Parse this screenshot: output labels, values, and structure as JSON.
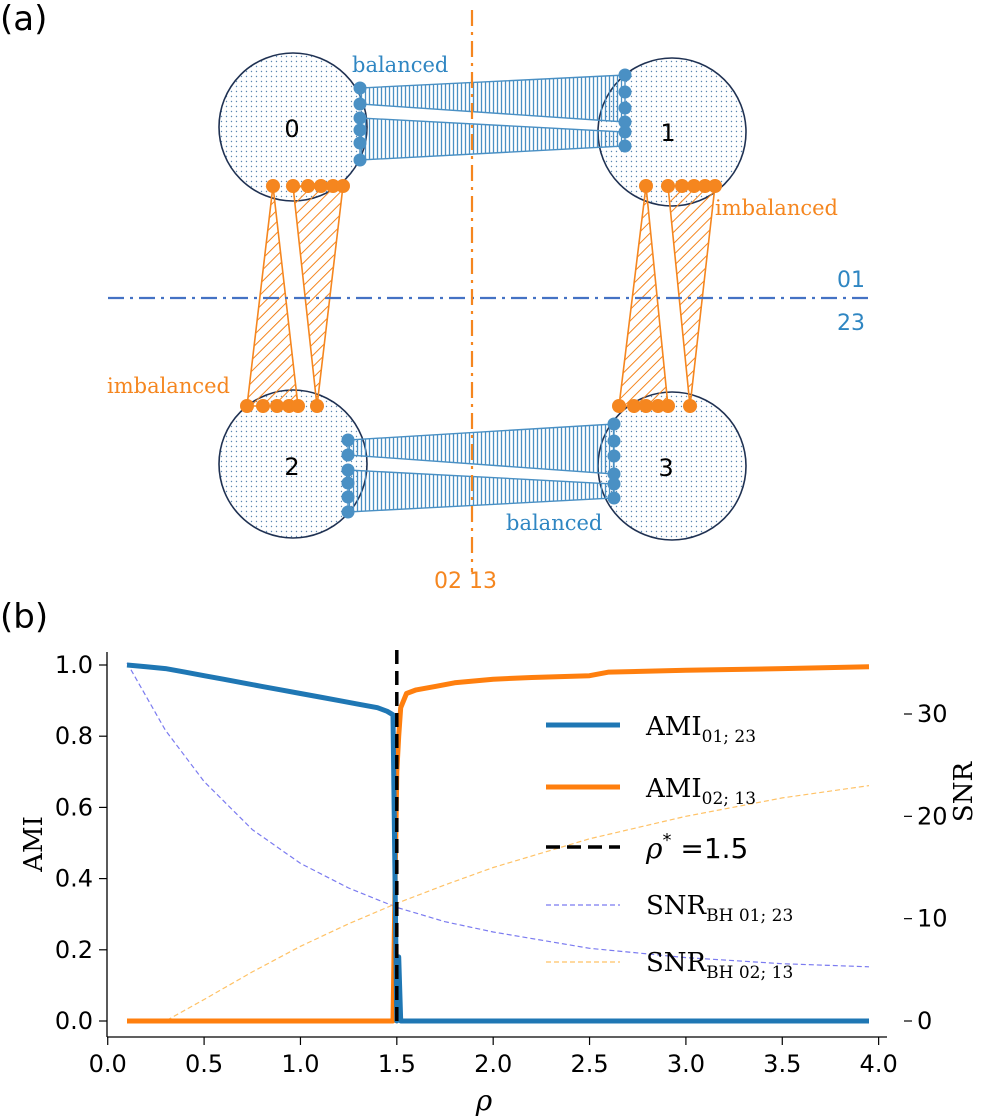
{
  "panel_a": {
    "label": "(a)",
    "nodes": [
      "0",
      "1",
      "2",
      "3"
    ],
    "edge_labels": {
      "balanced_top": "balanced",
      "balanced_bottom": "balanced",
      "imbalanced_right": "imbalanced",
      "imbalanced_left": "imbalanced"
    },
    "cut_labels": {
      "horizontal_top": "01",
      "horizontal_bottom": "23",
      "vertical": "02 13"
    },
    "colors": {
      "blue_edges": "#4a90c4",
      "orange_edges": "#f5861f",
      "horizontal_cut": "#4472c4",
      "vertical_cut": "#f5861f",
      "node_fill": "#dde6ee",
      "node_stroke": "#1f3152"
    }
  },
  "panel_b": {
    "label": "(b)",
    "ylabel_left": "AMI",
    "ylabel_right": "SNR",
    "xlabel": "ρ",
    "legend": {
      "ami_0123": {
        "main": "AMI",
        "sub": "01; 23"
      },
      "ami_0213": {
        "main": "AMI",
        "sub": "02; 13"
      },
      "rho_star": {
        "prefix": "ρ",
        "sup": "*",
        "suffix": " =1.5"
      },
      "snr_0123": {
        "main": "SNR",
        "sub": "BH 01; 23"
      },
      "snr_0213": {
        "main": "SNR",
        "sub": "BH 02; 13"
      }
    }
  },
  "chart_data": {
    "type": "line",
    "xlabel": "ρ",
    "ylabel": "AMI",
    "ylabel_right": "SNR",
    "xlim": [
      0.0,
      4.0
    ],
    "ylim": [
      0.0,
      1.0
    ],
    "ylim_right": [
      0,
      35
    ],
    "x_ticks": [
      "0.0",
      "0.5",
      "1.0",
      "1.5",
      "2.0",
      "2.5",
      "3.0",
      "3.5",
      "4.0"
    ],
    "y_ticks": [
      "0.0",
      "0.2",
      "0.4",
      "0.6",
      "0.8",
      "1.0"
    ],
    "y_right_ticks": [
      "0",
      "10",
      "20",
      "30"
    ],
    "legend_position": "right",
    "series": [
      {
        "name": "AMI 01; 23",
        "axis": "left",
        "color": "#1f77b4",
        "style": "solid",
        "x": [
          0.1,
          0.2,
          0.3,
          0.4,
          0.5,
          0.6,
          0.7,
          0.8,
          0.9,
          1.0,
          1.1,
          1.2,
          1.3,
          1.4,
          1.45,
          1.48,
          1.5,
          1.51,
          1.52,
          1.53,
          2.0,
          2.5,
          3.0,
          3.5,
          3.95
        ],
        "y": [
          1.0,
          0.995,
          0.99,
          0.98,
          0.97,
          0.96,
          0.95,
          0.94,
          0.93,
          0.92,
          0.91,
          0.9,
          0.89,
          0.88,
          0.87,
          0.86,
          0.0,
          0.18,
          0.0,
          0.0,
          0.0,
          0.0,
          0.0,
          0.0,
          0.0
        ]
      },
      {
        "name": "AMI 02; 13",
        "axis": "left",
        "color": "#ff7f0e",
        "style": "solid",
        "x": [
          0.1,
          0.5,
          1.0,
          1.48,
          1.5,
          1.51,
          1.52,
          1.55,
          1.6,
          1.7,
          1.8,
          2.0,
          2.2,
          2.5,
          2.6,
          3.0,
          3.5,
          3.95
        ],
        "y": [
          0.0,
          0.0,
          0.0,
          0.0,
          0.7,
          0.8,
          0.88,
          0.92,
          0.93,
          0.94,
          0.95,
          0.96,
          0.965,
          0.97,
          0.98,
          0.985,
          0.99,
          0.995
        ]
      },
      {
        "name": "ρ* =1.5",
        "axis": "left",
        "color": "#000000",
        "style": "dashed",
        "x": [
          1.5,
          1.5
        ],
        "y": [
          0.0,
          1.05
        ]
      },
      {
        "name": "SNR BH 01; 23",
        "axis": "right",
        "color": "#7b7bf0",
        "style": "dashed-thin",
        "x": [
          0.1,
          0.3,
          0.5,
          0.75,
          1.0,
          1.25,
          1.5,
          1.75,
          2.0,
          2.5,
          3.0,
          3.5,
          3.95
        ],
        "y": [
          35.0,
          28.4,
          23.4,
          18.7,
          15.4,
          13.0,
          11.1,
          9.7,
          8.7,
          7.1,
          6.2,
          5.6,
          5.3
        ]
      },
      {
        "name": "SNR BH 02; 13",
        "axis": "right",
        "color": "#ffc266",
        "style": "dashed-thin",
        "x": [
          0.1,
          0.3,
          0.5,
          0.75,
          1.0,
          1.25,
          1.5,
          1.75,
          2.0,
          2.5,
          3.0,
          3.5,
          3.95
        ],
        "y": [
          0.0,
          0.0,
          2.1,
          4.8,
          7.3,
          9.5,
          11.5,
          13.3,
          15.0,
          17.8,
          20.0,
          21.8,
          23.0
        ]
      }
    ]
  }
}
